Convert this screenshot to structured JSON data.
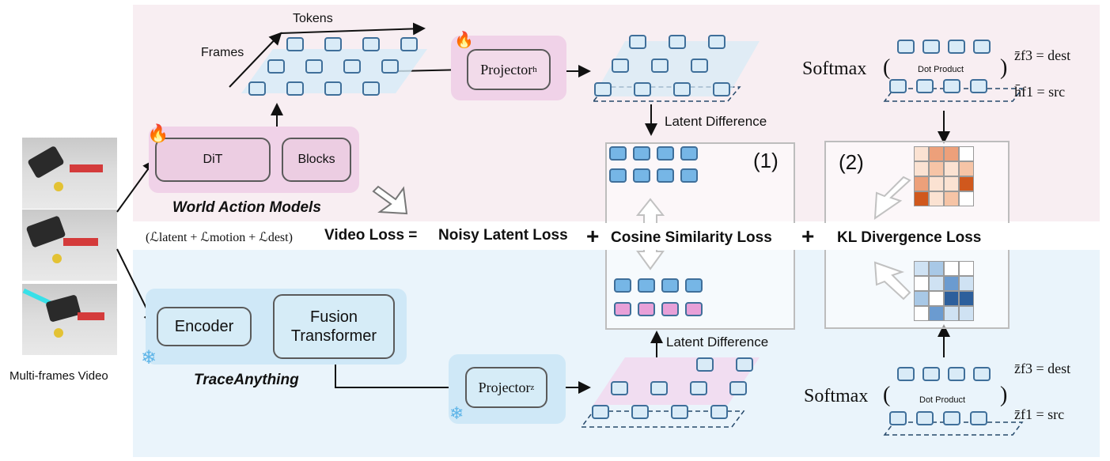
{
  "left": {
    "video_caption": "Multi-frames Video"
  },
  "top": {
    "axis_frames": "Frames",
    "axis_tokens": "Tokens",
    "dit_label": "DiT",
    "blocks_label": "Blocks",
    "model_title": "World Action Models",
    "projector_h": "Projector",
    "projector_h_sub": "h",
    "latent_diff": "Latent Difference",
    "softmax": "Softmax",
    "dot_product": "Dot Product",
    "z_f3": "z̄f3 = dest",
    "h_f1": "h̄f1 = src"
  },
  "loss": {
    "formula": "(ℒlatent + ℒmotion + ℒdest)",
    "video_loss": "Video Loss =",
    "noisy": "Noisy Latent Loss",
    "cosine": "Cosine Similarity Loss",
    "kl": "KL Divergence Loss",
    "plus": "+",
    "panel1": "(1)",
    "panel2": "(2)"
  },
  "bottom": {
    "encoder": "Encoder",
    "fusion": "Fusion Transformer",
    "trace_title": "TraceAnything",
    "projector_z": "Projector",
    "projector_z_sub": "z",
    "latent_diff": "Latent Difference",
    "softmax": "Softmax",
    "dot_product": "Dot Product",
    "z_f3": "z̄f3 = dest",
    "z_f1": "z̄f1 = src"
  },
  "colors": {
    "pink_bg": "#f8eef2",
    "blue_bg": "#eaf4fb",
    "cube": "#d9ebf7",
    "cube_edge": "#26496b"
  },
  "icons": [
    "flame-icon",
    "snowflake-icon",
    "hollow-arrow-icon"
  ],
  "heatmaps": {
    "top": [
      [
        1,
        3,
        3,
        0
      ],
      [
        1,
        2,
        1,
        2
      ],
      [
        3,
        1,
        1,
        4
      ],
      [
        4,
        1,
        2,
        0
      ]
    ],
    "bottom": [
      [
        1,
        2,
        0,
        0
      ],
      [
        0,
        1,
        3,
        1
      ],
      [
        2,
        0,
        4,
        4
      ],
      [
        0,
        3,
        1,
        1
      ]
    ]
  }
}
